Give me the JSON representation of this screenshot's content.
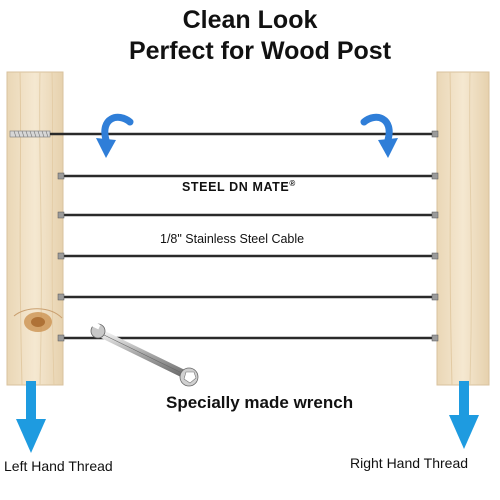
{
  "headline": {
    "line1": "Clean Look",
    "line2": "Perfect for Wood Post"
  },
  "brand": {
    "name": "STEEL DN MATE",
    "mark": "®"
  },
  "cable_label": "1/8\" Stainless Steel Cable",
  "wrench_label": "Specially made wrench",
  "left_thread_label": "Left Hand Thread",
  "right_thread_label": "Right Hand Thread",
  "colors": {
    "wood": "#f1e2c8",
    "wood_edge": "#d9c4a2",
    "cable": "#2a2a2a",
    "arrow_blue": "#1e9be0",
    "curved_arrow": "#2f7ed8"
  },
  "icons": [
    "curved-arrow-icon",
    "down-arrow-icon",
    "wrench-icon",
    "turnbuckle-icon"
  ]
}
